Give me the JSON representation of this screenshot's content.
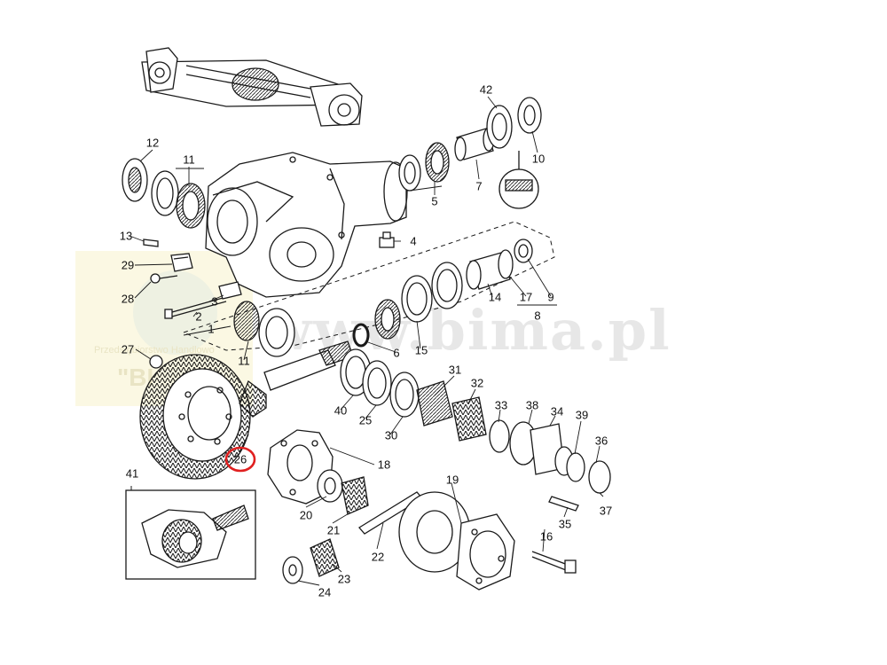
{
  "watermark": {
    "site": "www.bima.pl",
    "company_prefix": "Przedsiębiorstwo Handlowo",
    "company_short": "\"BI"
  },
  "colors": {
    "line": "#1a1a1a",
    "highlight_ring": "#e02020",
    "watermark_text": "#e6e6e6",
    "watermark_panel": "#fbf8e3"
  },
  "callouts": [
    {
      "id": "42",
      "label": "42"
    },
    {
      "id": "12",
      "label": "12"
    },
    {
      "id": "11a",
      "label": "11"
    },
    {
      "id": "10",
      "label": "10"
    },
    {
      "id": "7",
      "label": "7"
    },
    {
      "id": "5",
      "label": "5"
    },
    {
      "id": "13",
      "label": "13"
    },
    {
      "id": "4",
      "label": "4"
    },
    {
      "id": "29",
      "label": "29"
    },
    {
      "id": "28",
      "label": "28"
    },
    {
      "id": "3",
      "label": "3"
    },
    {
      "id": "2",
      "label": "2"
    },
    {
      "id": "1",
      "label": "1"
    },
    {
      "id": "14",
      "label": "14"
    },
    {
      "id": "17",
      "label": "17"
    },
    {
      "id": "9",
      "label": "9"
    },
    {
      "id": "8",
      "label": "8"
    },
    {
      "id": "27",
      "label": "27"
    },
    {
      "id": "11b",
      "label": "11"
    },
    {
      "id": "6",
      "label": "6"
    },
    {
      "id": "15",
      "label": "15"
    },
    {
      "id": "31",
      "label": "31"
    },
    {
      "id": "32",
      "label": "32"
    },
    {
      "id": "40",
      "label": "40"
    },
    {
      "id": "25",
      "label": "25"
    },
    {
      "id": "30",
      "label": "30"
    },
    {
      "id": "33",
      "label": "33"
    },
    {
      "id": "38",
      "label": "38"
    },
    {
      "id": "34",
      "label": "34"
    },
    {
      "id": "39",
      "label": "39"
    },
    {
      "id": "36",
      "label": "36"
    },
    {
      "id": "26",
      "label": "26",
      "highlighted": true
    },
    {
      "id": "18",
      "label": "18"
    },
    {
      "id": "41",
      "label": "41"
    },
    {
      "id": "19",
      "label": "19"
    },
    {
      "id": "37",
      "label": "37"
    },
    {
      "id": "20",
      "label": "20"
    },
    {
      "id": "35",
      "label": "35"
    },
    {
      "id": "21",
      "label": "21"
    },
    {
      "id": "16",
      "label": "16"
    },
    {
      "id": "22",
      "label": "22"
    },
    {
      "id": "23",
      "label": "23"
    },
    {
      "id": "24",
      "label": "24"
    }
  ]
}
